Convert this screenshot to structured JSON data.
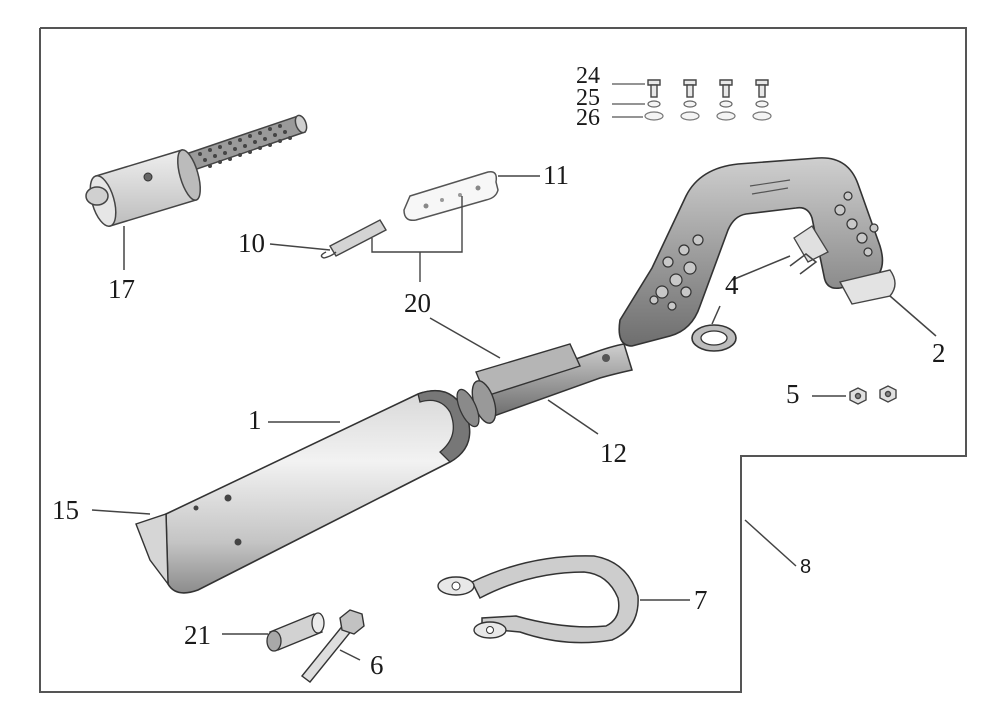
{
  "diagram": {
    "callouts": {
      "c1": "1",
      "c2": "2",
      "c4": "4",
      "c5": "5",
      "c6": "6",
      "c7": "7",
      "c8": "8",
      "c10": "10",
      "c11": "11",
      "c12": "12",
      "c15": "15",
      "c17": "17",
      "c20": "20",
      "c21": "21",
      "c24": "24",
      "c25": "25",
      "c26": "26"
    }
  }
}
